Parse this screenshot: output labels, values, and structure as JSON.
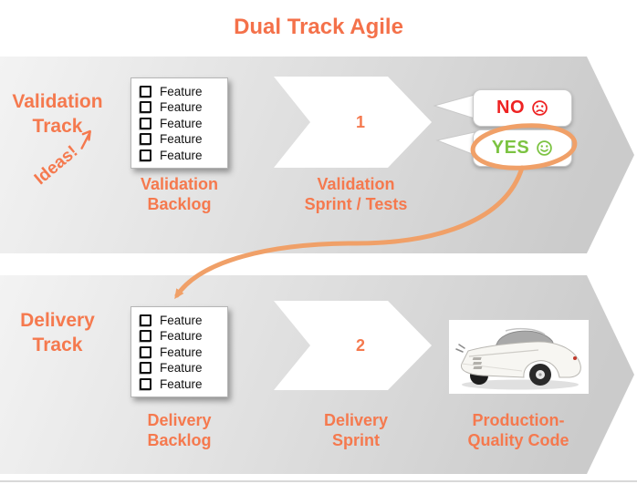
{
  "title": "Dual Track Agile",
  "colors": {
    "accent_orange": "#F4714A",
    "annotation_orange": "#F0A068",
    "no_red": "#EE2222",
    "yes_green": "#7CC342",
    "band_gray_light": "#F2F2F2",
    "band_gray_dark": "#CBCBCB"
  },
  "icons": {
    "checkbox": "empty square checkbox",
    "sad_face": "circled frowning face",
    "happy_face": "circled smiling face",
    "ideas_arrow": "hand-drawn up-right arrow",
    "yes_to_delivery_arrow": "hand-drawn curved arrow from YES to Delivery Backlog",
    "yes_highlight": "hand-drawn orange ellipse around YES",
    "car_photo": "white vintage bubble car (production-quality code metaphor)"
  },
  "validation": {
    "track_label_lines": [
      "Validation",
      "Track"
    ],
    "ideas_label": "Ideas!",
    "backlog": {
      "items": [
        "Feature",
        "Feature",
        "Feature",
        "Feature",
        "Feature"
      ],
      "label_lines": [
        "Validation",
        "Backlog"
      ]
    },
    "sprint": {
      "number": "1",
      "label_lines": [
        "Validation",
        "Sprint / Tests"
      ]
    },
    "outcomes": {
      "no_label": "NO",
      "yes_label": "YES"
    }
  },
  "delivery": {
    "track_label_lines": [
      "Delivery",
      "Track"
    ],
    "backlog": {
      "items": [
        "Feature",
        "Feature",
        "Feature",
        "Feature",
        "Feature"
      ],
      "label_lines": [
        "Delivery",
        "Backlog"
      ]
    },
    "sprint": {
      "number": "2",
      "label_lines": [
        "Delivery",
        "Sprint"
      ]
    },
    "output": {
      "label_lines": [
        "Production-",
        "Quality Code"
      ]
    }
  }
}
